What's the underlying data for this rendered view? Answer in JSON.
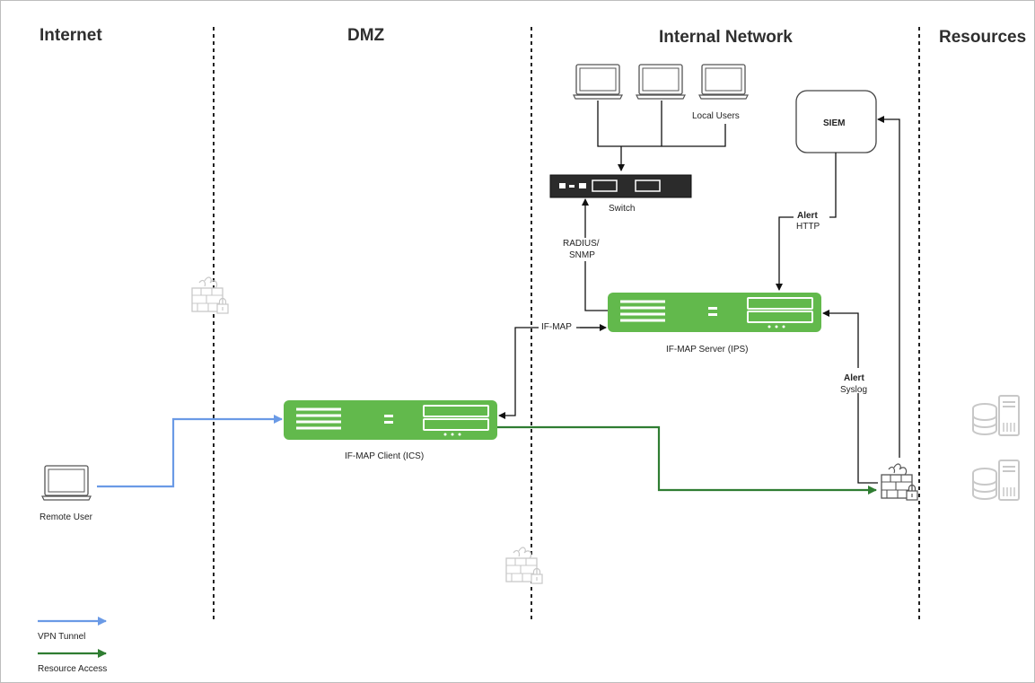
{
  "zones": {
    "internet": "Internet",
    "dmz": "DMZ",
    "internal": "Internal Network",
    "resources": "Resources"
  },
  "nodes": {
    "remote_user": "Remote User",
    "local_users": "Local Users",
    "switch": "Switch",
    "siem": "SIEM",
    "ifmap_client": "IF-MAP Client  (ICS)",
    "ifmap_server": "IF-MAP Server  (IPS)"
  },
  "edges": {
    "radius_line1": "RADIUS/",
    "radius_line2": "SNMP",
    "ifmap": "IF-MAP",
    "alert_http_bold": "Alert",
    "alert_http": "HTTP",
    "alert_syslog_bold": "Alert",
    "alert_syslog": "Syslog"
  },
  "legend": {
    "vpn_tunnel": "VPN Tunnel",
    "resource_access": "Resource Access"
  },
  "colors": {
    "vpn_tunnel": "#6a9ae6",
    "resource_access": "#2f7d32",
    "appliance": "#62b94c",
    "faded_icon": "#c8c8c8"
  },
  "icons": [
    "laptop-icon",
    "switch-icon",
    "firewall-icon",
    "server-icon",
    "database-icon"
  ]
}
